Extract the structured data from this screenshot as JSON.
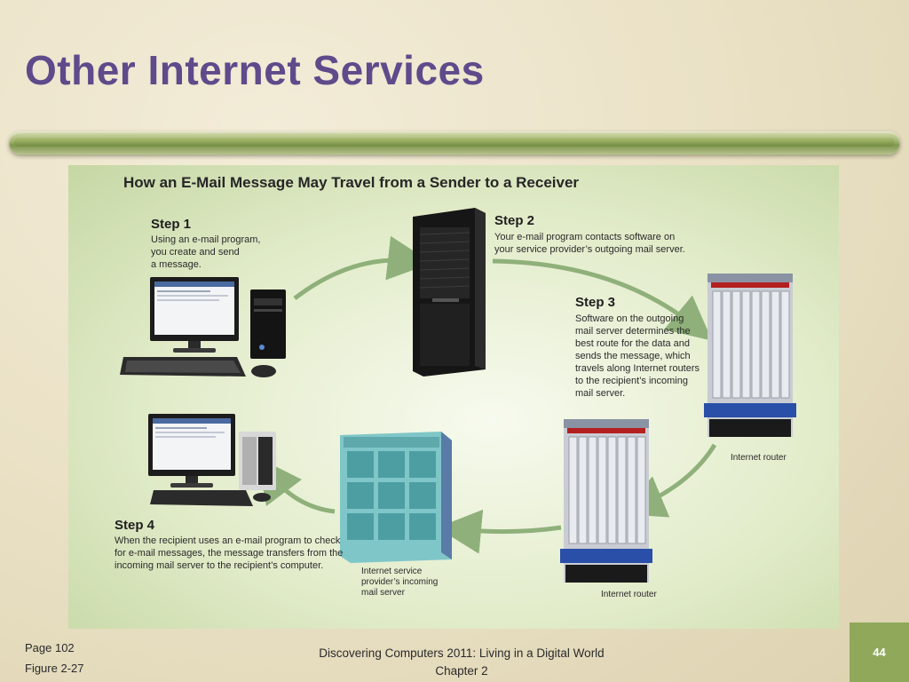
{
  "slide": {
    "title": "Other Internet Services",
    "page_number": "44",
    "footer_center_line1": "Discovering Computers 2011: Living in a Digital World",
    "footer_center_line2": "Chapter 2",
    "footer_left_line1": "Page 102",
    "footer_left_line2": "Figure 2-27"
  },
  "figure": {
    "title": "How an E-Mail Message May Travel from a Sender to a Receiver",
    "steps": [
      {
        "heading": "Step 1",
        "lines": [
          "Using an e-mail program,",
          "you create and send",
          "a message."
        ]
      },
      {
        "heading": "Step 2",
        "lines": [
          "Your e-mail program contacts software on",
          "your service provider’s outgoing mail server."
        ]
      },
      {
        "heading": "Step 3",
        "lines": [
          "Software on the outgoing",
          "mail server determines the",
          "best route for the data and",
          "sends the message, which",
          "travels along Internet routers",
          "to the recipient’s incoming",
          "mail server."
        ]
      },
      {
        "heading": "Step 4",
        "lines": [
          "When the recipient uses an e-mail program to check",
          "for e-mail messages, the message transfers from the",
          "incoming mail server to the recipient’s computer."
        ]
      }
    ],
    "labels": {
      "router_top": "Internet router",
      "router_bottom": "Internet router",
      "incoming_server": [
        "Internet service",
        "provider’s incoming",
        "mail server"
      ]
    }
  },
  "colors": {
    "title": "#5f4a8b",
    "accent_green": "#8fa85a",
    "arrow": "#8fb07a"
  }
}
